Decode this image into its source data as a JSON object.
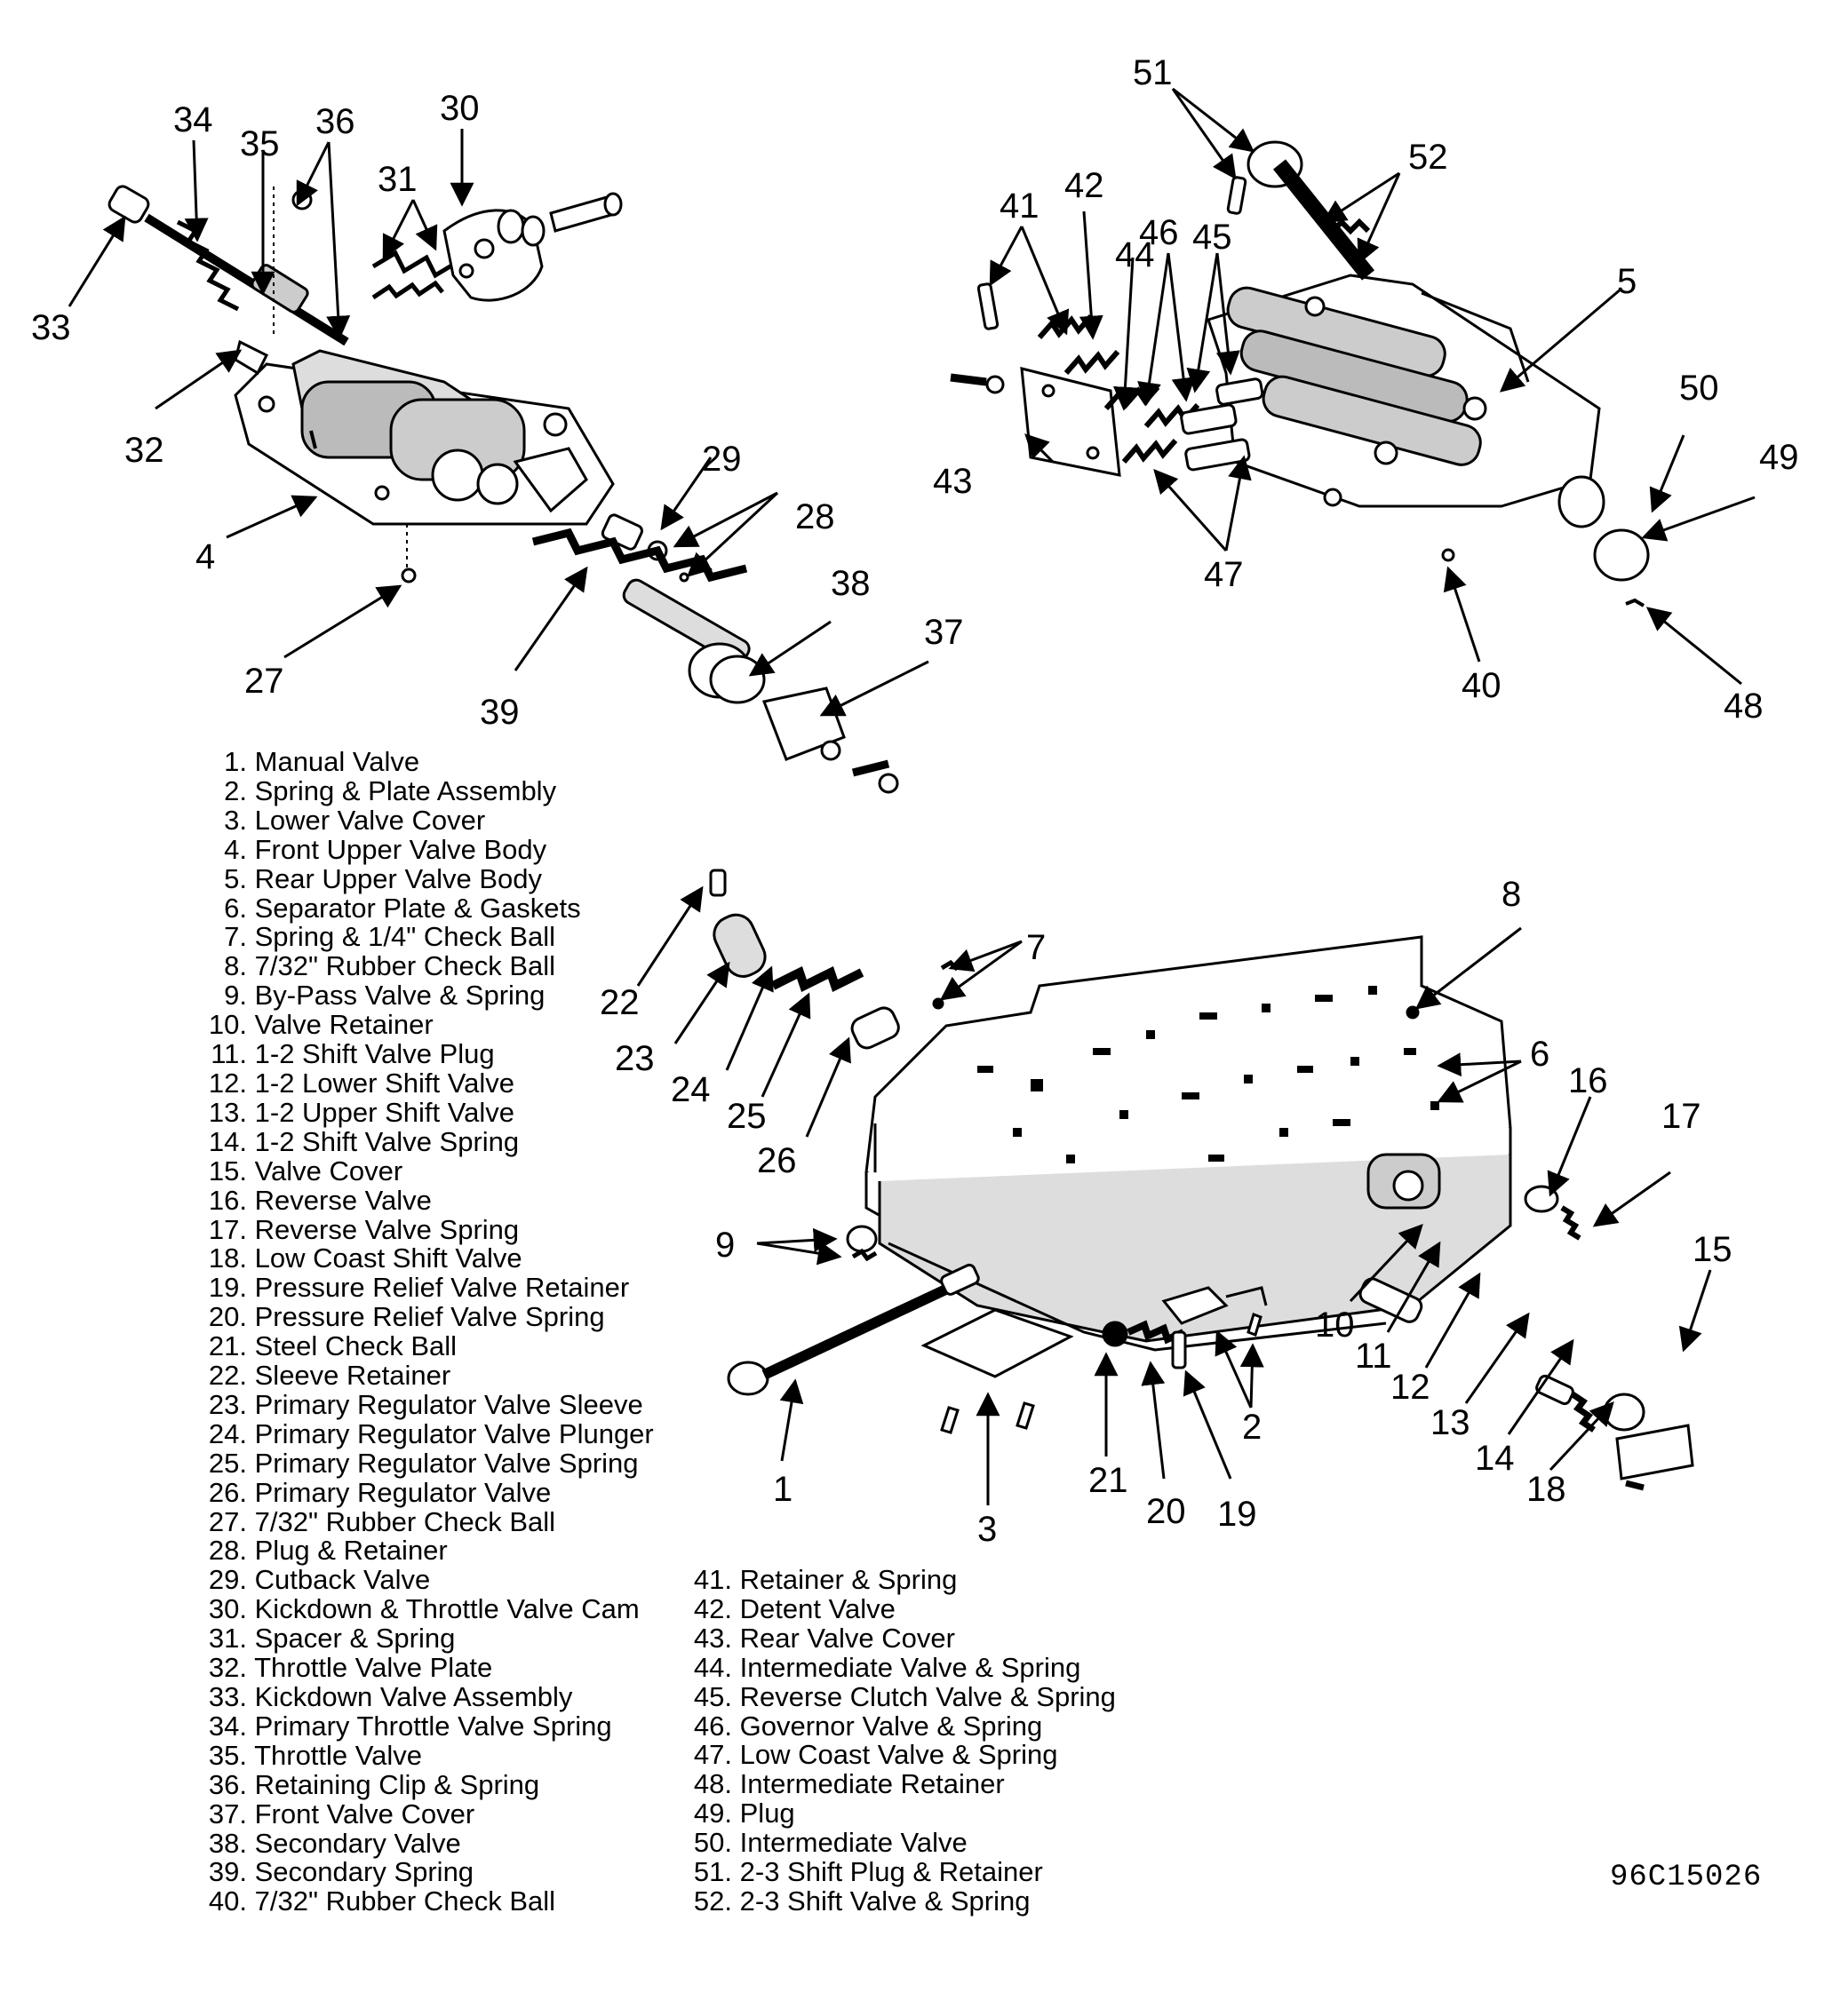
{
  "figure_code": "96C15026",
  "legend_left": [
    {
      "num": "1.",
      "label": "Manual Valve"
    },
    {
      "num": "2.",
      "label": "Spring & Plate Assembly"
    },
    {
      "num": "3.",
      "label": "Lower Valve Cover"
    },
    {
      "num": "4.",
      "label": "Front Upper Valve Body"
    },
    {
      "num": "5.",
      "label": "Rear Upper Valve Body"
    },
    {
      "num": "6.",
      "label": "Separator Plate & Gaskets"
    },
    {
      "num": "7.",
      "label": "Spring & 1/4\" Check Ball"
    },
    {
      "num": "8.",
      "label": "7/32\" Rubber Check Ball"
    },
    {
      "num": "9.",
      "label": "By-Pass Valve & Spring"
    },
    {
      "num": "10.",
      "label": "Valve Retainer"
    },
    {
      "num": "11.",
      "label": "1-2 Shift Valve Plug"
    },
    {
      "num": "12.",
      "label": "1-2 Lower Shift Valve"
    },
    {
      "num": "13.",
      "label": "1-2 Upper Shift Valve"
    },
    {
      "num": "14.",
      "label": "1-2 Shift Valve Spring"
    },
    {
      "num": "15.",
      "label": "Valve Cover"
    },
    {
      "num": "16.",
      "label": "Reverse Valve"
    },
    {
      "num": "17.",
      "label": "Reverse Valve Spring"
    },
    {
      "num": "18.",
      "label": "Low Coast Shift Valve"
    },
    {
      "num": "19.",
      "label": "Pressure Relief Valve Retainer"
    },
    {
      "num": "20.",
      "label": "Pressure Relief Valve Spring"
    },
    {
      "num": "21.",
      "label": "Steel Check Ball"
    },
    {
      "num": "22.",
      "label": "Sleeve Retainer"
    },
    {
      "num": "23.",
      "label": "Primary Regulator Valve Sleeve"
    },
    {
      "num": "24.",
      "label": "Primary Regulator Valve Plunger"
    },
    {
      "num": "25.",
      "label": "Primary Regulator Valve Spring"
    },
    {
      "num": "26.",
      "label": "Primary Regulator Valve"
    },
    {
      "num": "27.",
      "label": "7/32\" Rubber Check Ball"
    },
    {
      "num": "28.",
      "label": "Plug & Retainer"
    },
    {
      "num": "29.",
      "label": "Cutback Valve"
    },
    {
      "num": "30.",
      "label": "Kickdown & Throttle Valve Cam"
    },
    {
      "num": "31.",
      "label": "Spacer & Spring"
    },
    {
      "num": "32.",
      "label": "Throttle Valve Plate"
    },
    {
      "num": "33.",
      "label": "Kickdown Valve Assembly"
    },
    {
      "num": "34.",
      "label": "Primary Throttle Valve Spring"
    },
    {
      "num": "35.",
      "label": "Throttle Valve"
    },
    {
      "num": "36.",
      "label": "Retaining Clip & Spring"
    },
    {
      "num": "37.",
      "label": "Front Valve Cover"
    },
    {
      "num": "38.",
      "label": "Secondary Valve"
    },
    {
      "num": "39.",
      "label": "Secondary Spring"
    },
    {
      "num": "40.",
      "label": "7/32\" Rubber Check Ball"
    }
  ],
  "legend_right": [
    {
      "num": "41.",
      "label": "Retainer & Spring"
    },
    {
      "num": "42.",
      "label": "Detent Valve"
    },
    {
      "num": "43.",
      "label": "Rear Valve Cover"
    },
    {
      "num": "44.",
      "label": "Intermediate Valve & Spring"
    },
    {
      "num": "45.",
      "label": "Reverse Clutch Valve & Spring"
    },
    {
      "num": "46.",
      "label": "Governor Valve & Spring"
    },
    {
      "num": "47.",
      "label": "Low Coast Valve & Spring"
    },
    {
      "num": "48.",
      "label": "Intermediate Retainer"
    },
    {
      "num": "49.",
      "label": "Plug"
    },
    {
      "num": "50.",
      "label": "Intermediate Valve"
    },
    {
      "num": "51.",
      "label": "2-3 Shift Plug & Retainer"
    },
    {
      "num": "52.",
      "label": "2-3 Shift Valve & Spring"
    }
  ],
  "callouts": {
    "c1": "1",
    "c2": "2",
    "c3": "3",
    "c4": "4",
    "c5": "5",
    "c6": "6",
    "c7": "7",
    "c8": "8",
    "c9": "9",
    "c10": "10",
    "c11": "11",
    "c12": "12",
    "c13": "13",
    "c14": "14",
    "c15": "15",
    "c16": "16",
    "c17": "17",
    "c18": "18",
    "c19": "19",
    "c20": "20",
    "c21": "21",
    "c22": "22",
    "c23": "23",
    "c24": "24",
    "c25": "25",
    "c26": "26",
    "c27": "27",
    "c28": "28",
    "c29": "29",
    "c30": "30",
    "c31": "31",
    "c32": "32",
    "c33": "33",
    "c34": "34",
    "c35": "35",
    "c36": "36",
    "c37": "37",
    "c38": "38",
    "c39": "39",
    "c40": "40",
    "c41": "41",
    "c42": "42",
    "c43": "43",
    "c44": "44",
    "c45": "45",
    "c46": "46",
    "c47": "47",
    "c48": "48",
    "c49": "49",
    "c50": "50",
    "c51": "51",
    "c52": "52"
  }
}
